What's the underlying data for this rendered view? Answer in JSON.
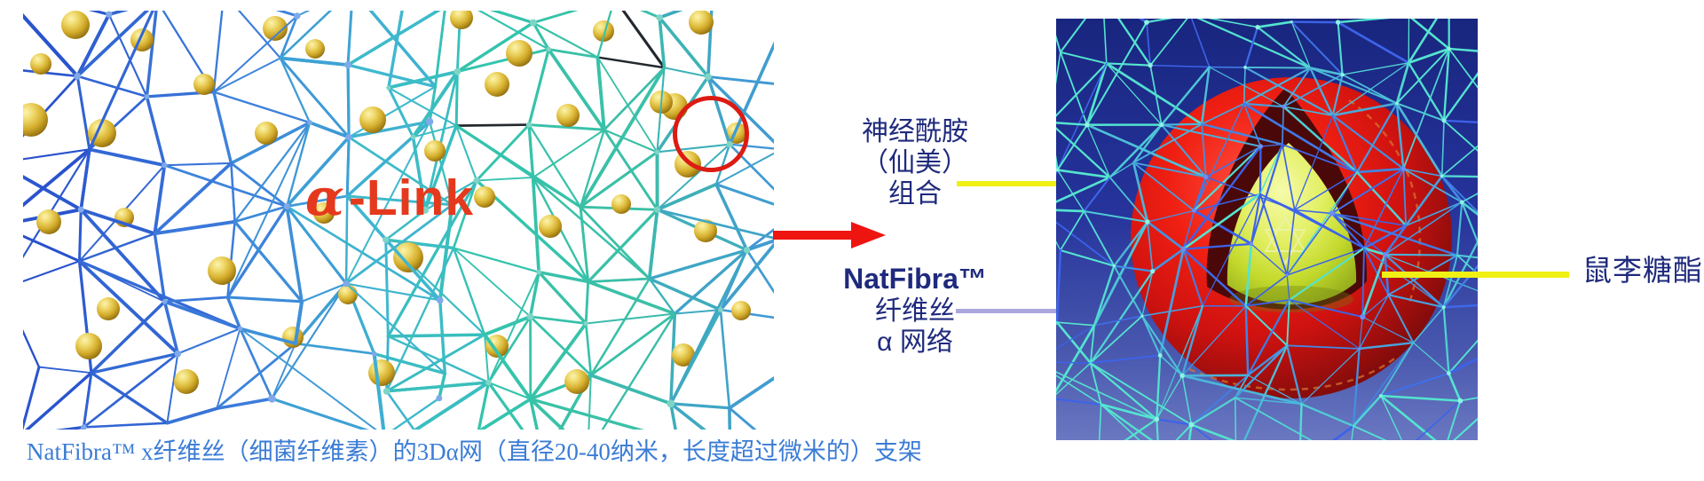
{
  "left_figure": {
    "alpha_link": {
      "alpha": "α",
      "suffix": "-Link"
    }
  },
  "labels": {
    "ceramide": {
      "line1": "神经酰胺",
      "line2": "（仙美）",
      "line3": "组合"
    },
    "natfibra": {
      "line1": "NatFibra™",
      "line2": "纤维丝",
      "line3": "α 网络"
    },
    "rhamnolipid": "鼠李糖酯"
  },
  "caption": "NatFibra™ x纤维丝（细菌纤维素）的3Dα网（直径20-40纳米，长度超过微米的）支架",
  "colors": {
    "label_navy": "#1f2a7d",
    "caption_blue": "#3b7cd5",
    "accent_red": "#e5391d",
    "highlight_circle_red": "#dc1b13",
    "connector_yellow": "#f0f014",
    "connector_lavender": "#aba6dc",
    "mesh_royal_blue": "#2e55d0",
    "mesh_teal": "#3bc0a6",
    "gold_sphere": "#d4ad2c",
    "right_background_navy": "#25339b",
    "vesicle_red": "#ef1f12",
    "core_yellow_green": "#c3d92c"
  }
}
